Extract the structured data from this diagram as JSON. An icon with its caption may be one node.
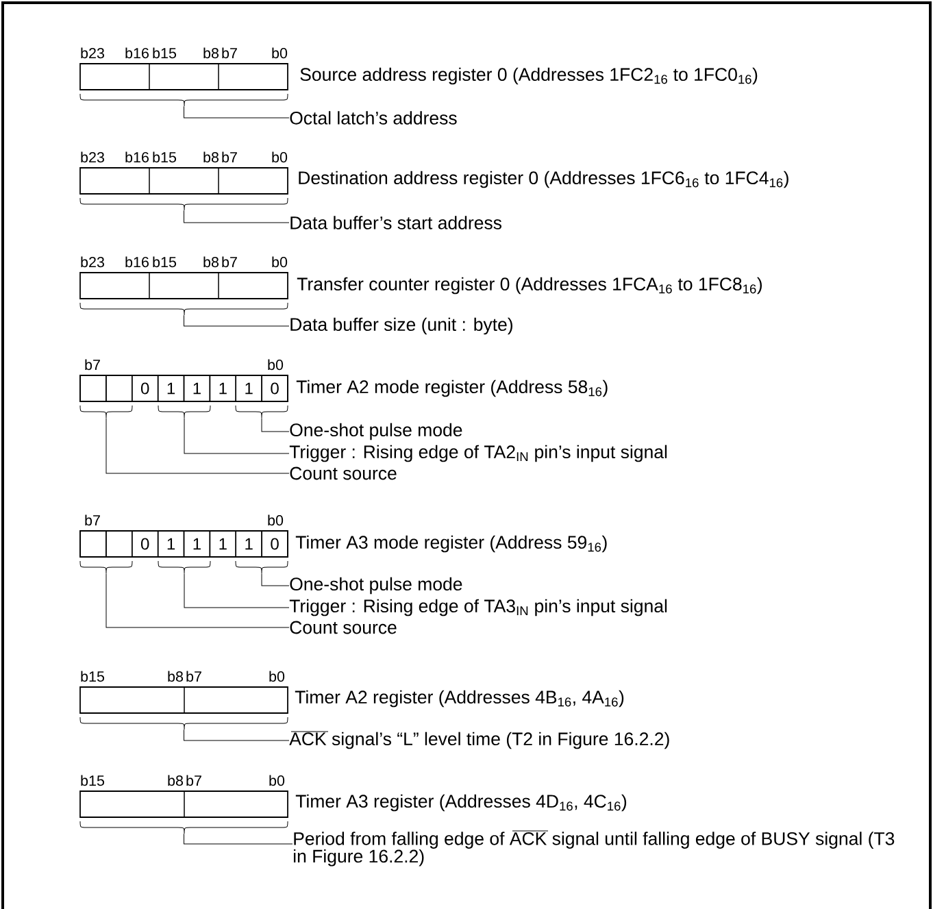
{
  "diagram": {
    "nodes": [
      {
        "text": [],
        "shape": "box",
        "beside": [
          "b23",
          "b16",
          "b15",
          "b8",
          "b7",
          "b0",
          "Source address register 0 (Addresses 1FC2$_{16}$ to 1FC0$_{16}$)"
        ]
      },
      {
        "text": [],
        "shape": "brace"
      },
      {
        "text": [
          "Octal latch’s address"
        ]
      },
      {
        "text": [],
        "shape": "box",
        "beside": [
          "b23",
          "b16",
          "b15",
          "b8",
          "b7",
          "b0",
          "Destination address register 0 (Addresses 1FC6$_{16}$ to 1FC4$_{16}$)"
        ]
      },
      {
        "text": [],
        "shape": "brace"
      },
      {
        "text": [
          "Data buffer’s start address"
        ]
      },
      {
        "text": [],
        "shape": "box",
        "beside": [
          "b23",
          "b16",
          "b15",
          "b8",
          "b7",
          "b0",
          "Transfer counter register 0 (Addresses 1FCA$_{16}$ to 1FC8$_{16}$)"
        ]
      },
      {
        "text": [],
        "shape": "brace"
      },
      {
        "text": [
          "Data buffer size (unit : byte)"
        ]
      },
      {
        "text": [],
        "shape": "box",
        "beside": [
          "b7",
          "b0",
          "Timer A2 mode register (Address 58$_{16}$)"
        ]
      },
      {
        "text": [],
        "shape": "box",
        "in": 9
      },
      {
        "text": [],
        "shape": "box",
        "in": 9
      },
      {
        "text": [
          "0"
        ],
        "in": 9
      },
      {
        "text": [
          "1"
        ],
        "in": 9
      },
      {
        "text": [
          "1"
        ],
        "in": 9
      },
      {
        "text": [
          "1"
        ],
        "in": 9
      },
      {
        "text": [
          "1"
        ],
        "in": 9
      },
      {
        "text": [
          "0"
        ],
        "in": 9
      },
      {
        "text": [],
        "shape": "brace"
      },
      {
        "text": [],
        "shape": "brace"
      },
      {
        "text": [],
        "shape": "brace"
      },
      {
        "text": [
          "One-shot pulse mode"
        ]
      },
      {
        "text": [
          "Trigger : Rising edge of TA2$_{IN}$ pin’s input signal"
        ]
      },
      {
        "text": [
          "Count source"
        ]
      },
      {
        "text": [],
        "shape": "box",
        "beside": [
          "b7",
          "b0",
          "Timer A3 mode register (Address 59$_{16}$)"
        ]
      },
      {
        "text": [],
        "shape": "box",
        "in": 24
      },
      {
        "text": [],
        "shape": "box",
        "in": 24
      },
      {
        "text": [
          "0"
        ],
        "in": 24
      },
      {
        "text": [
          "1"
        ],
        "in": 24
      },
      {
        "text": [
          "1"
        ],
        "in": 24
      },
      {
        "text": [
          "1"
        ],
        "in": 24
      },
      {
        "text": [
          "1"
        ],
        "in": 24
      },
      {
        "text": [
          "0"
        ],
        "in": 24
      },
      {
        "text": [],
        "shape": "brace"
      },
      {
        "text": [],
        "shape": "brace"
      },
      {
        "text": [],
        "shape": "brace"
      },
      {
        "text": [
          "One-shot pulse mode"
        ]
      },
      {
        "text": [
          "Trigger : Rising edge of TA3$_{IN}$ pin’s input signal"
        ]
      },
      {
        "text": [
          "Count source"
        ]
      },
      {
        "text": [],
        "shape": "box",
        "beside": [
          "b15",
          "b8",
          "b7",
          "b0",
          "Timer A2 register (Addresses 4B$_{16}$, 4A$_{16}$)"
        ]
      },
      {
        "text": [],
        "shape": "brace"
      },
      {
        "text": [
          "ACK signal’s “L” level time (T2 in Figure 16.2.2)"
        ]
      },
      {
        "text": [],
        "shape": "box",
        "beside": [
          "b15",
          "b8",
          "b7",
          "b0",
          "Timer A3 register (Addresses 4D$_{16}$, 4C$_{16}$)"
        ]
      },
      {
        "text": [],
        "shape": "brace"
      },
      {
        "text": [
          "Period from falling edge of ACK signal until falling edge of BUSY signal (T3 in Figure 16.2.2)"
        ]
      }
    ],
    "edges": [
      {
        "from": 2,
        "to": 1,
        "arrow": "none"
      },
      {
        "from": 5,
        "to": 4,
        "arrow": "none"
      },
      {
        "from": 8,
        "to": 7,
        "arrow": "none"
      },
      {
        "from": 21,
        "to": 20,
        "arrow": "none"
      },
      {
        "from": 22,
        "to": 19,
        "arrow": "none"
      },
      {
        "from": 23,
        "to": 18,
        "arrow": "none"
      },
      {
        "from": 36,
        "to": 35,
        "arrow": "none"
      },
      {
        "from": 37,
        "to": 34,
        "arrow": "none"
      },
      {
        "from": 38,
        "to": 33,
        "arrow": "none"
      },
      {
        "from": 41,
        "to": 40,
        "arrow": "none"
      },
      {
        "from": 44,
        "to": 43,
        "arrow": "none"
      }
    ]
  }
}
